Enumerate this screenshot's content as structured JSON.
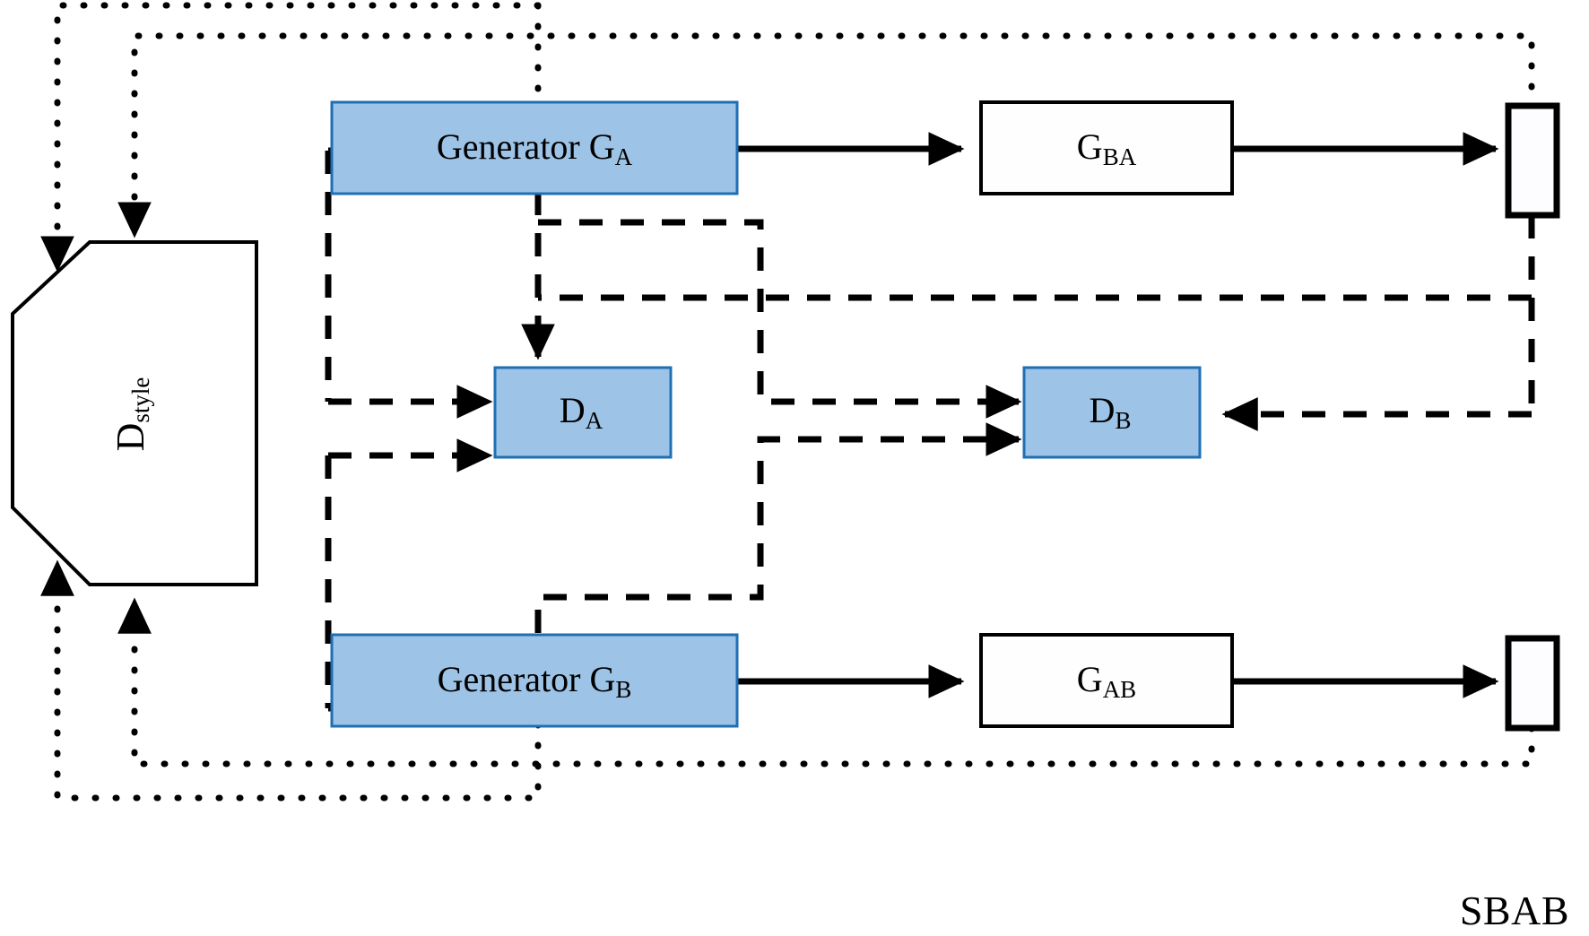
{
  "figure": {
    "caption": "SBAB",
    "background_color": "#ffffff",
    "accent_fill": "#9dc3e6",
    "accent_stroke": "#1f6fb5",
    "line_color": "#000000"
  },
  "nodes": {
    "d_style": {
      "label_main": "D",
      "label_sub": "style",
      "shape": "octagon",
      "fill": "#ffffff",
      "orientation": "vertical-text"
    },
    "generator_a": {
      "label_main": "Generator G",
      "label_sub": "A",
      "shape": "rectangle",
      "fill": "#9dc3e6"
    },
    "generator_b": {
      "label_main": "Generator G",
      "label_sub": "B",
      "shape": "rectangle",
      "fill": "#9dc3e6"
    },
    "g_ba": {
      "label_main": "G",
      "label_sub": "BA",
      "shape": "rectangle",
      "fill": "#ffffff"
    },
    "g_ab": {
      "label_main": "G",
      "label_sub": "AB",
      "shape": "rectangle",
      "fill": "#ffffff"
    },
    "d_a": {
      "label_main": "D",
      "label_sub": "A",
      "shape": "rectangle",
      "fill": "#9dc3e6"
    },
    "d_b": {
      "label_main": "D",
      "label_sub": "B",
      "shape": "rectangle",
      "fill": "#9dc3e6"
    },
    "output_top": {
      "label_main": "",
      "label_sub": "",
      "shape": "narrow-rectangle",
      "fill": "#ffffff"
    },
    "output_bottom": {
      "label_main": "",
      "label_sub": "",
      "shape": "narrow-rectangle",
      "fill": "#ffffff"
    }
  },
  "edge_styles": {
    "solid": "solid",
    "dashed": "dashed",
    "dotted": "dotted"
  },
  "edges": [
    {
      "name": "generator-a-to-g-ba",
      "style": "solid",
      "from": "generator_a",
      "to": "g_ba"
    },
    {
      "name": "g-ba-to-output-top",
      "style": "solid",
      "from": "g_ba",
      "to": "output_top"
    },
    {
      "name": "generator-b-to-g-ab",
      "style": "solid",
      "from": "generator_b",
      "to": "g_ab"
    },
    {
      "name": "g-ab-to-output-bottom",
      "style": "solid",
      "from": "g_ab",
      "to": "output_bottom"
    },
    {
      "name": "generator-a-to-d-a",
      "style": "dashed",
      "from": "generator_a",
      "to": "d_a"
    },
    {
      "name": "d-style-to-generator-a",
      "style": "dashed",
      "from": "d_style",
      "to": "generator_a"
    },
    {
      "name": "d-style-to-d-a-upper",
      "style": "dashed",
      "from": "d_style",
      "to": "d_a"
    },
    {
      "name": "d-style-to-d-a-lower",
      "style": "dashed",
      "from": "d_style",
      "to": "d_a"
    },
    {
      "name": "d-style-to-generator-b",
      "style": "dashed",
      "from": "d_style",
      "to": "generator_b"
    },
    {
      "name": "generator-a-to-d-b",
      "style": "dashed",
      "from": "generator_a",
      "to": "d_b"
    },
    {
      "name": "generator-b-to-d-b",
      "style": "dashed",
      "from": "generator_b",
      "to": "d_b"
    },
    {
      "name": "output-top-to-d-b",
      "style": "dashed",
      "from": "output_top",
      "to": "d_b"
    },
    {
      "name": "output-bottom-to-d-style-feedback",
      "style": "dotted",
      "from": "output_bottom",
      "to": "d_style"
    },
    {
      "name": "output-top-to-d-style-feedback",
      "style": "dotted",
      "from": "output_top",
      "to": "d_style"
    },
    {
      "name": "generator-a-top-dotted",
      "style": "dotted",
      "from": "generator_a",
      "to": "d_style"
    },
    {
      "name": "generator-b-bottom-dotted",
      "style": "dotted",
      "from": "generator_b",
      "to": "d_style"
    }
  ]
}
